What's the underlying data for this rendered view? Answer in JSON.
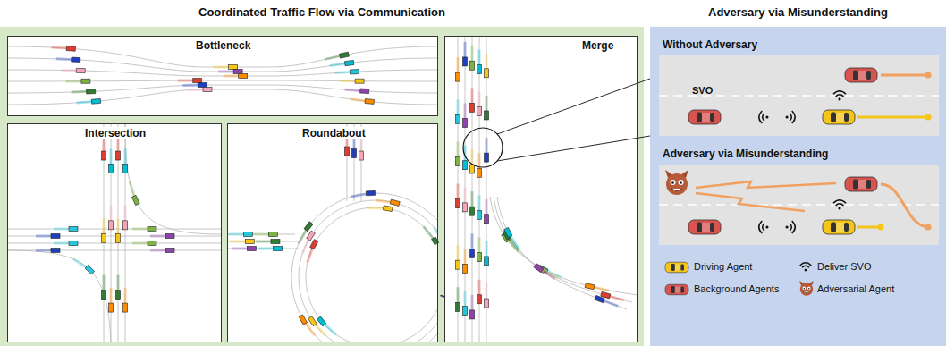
{
  "diagram": {
    "nodes": [
      {
        "text": [
          "Coordinated Traffic Flow via Communication"
        ]
      },
      {
        "text": [
          "Bottleneck"
        ],
        "in": 0
      },
      {
        "text": [
          "Intersection"
        ],
        "in": 0
      },
      {
        "text": [
          "Roundabout"
        ],
        "in": 0
      },
      {
        "text": [
          "Merge"
        ],
        "in": 0
      },
      {
        "text": [
          "Adversary via Misunderstanding"
        ]
      },
      {
        "text": [
          "Without Adversary"
        ],
        "in": 5
      },
      {
        "text": [
          "Adversary via Misunderstanding"
        ],
        "in": 5
      }
    ],
    "labels": [
      "SVO"
    ],
    "legend": [
      {
        "text": "Driving Agent"
      },
      {
        "text": "Deliver SVO"
      },
      {
        "text": "Background Agents"
      },
      {
        "text": "Adversarial Agent"
      }
    ]
  }
}
